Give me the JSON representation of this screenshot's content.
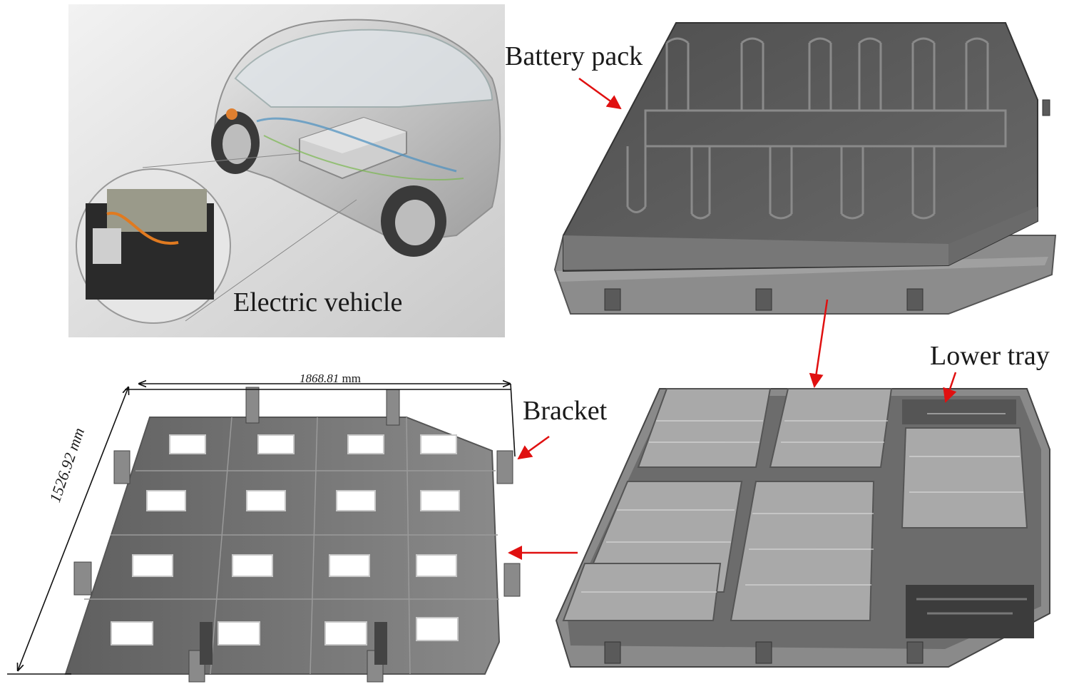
{
  "labels": {
    "electric_vehicle": "Electric vehicle",
    "battery_pack": "Battery pack",
    "lower_tray": "Lower tray",
    "bracket": "Bracket"
  },
  "dimensions": {
    "width_value": "1868.81",
    "width_unit": "mm",
    "height_value": "1526.92",
    "height_unit": "mm"
  },
  "colors": {
    "arrow": "#e01010",
    "pack_lid": "#5a5a5a",
    "tray": "#8a8a8a",
    "bracket_plate": "#6e6e6e"
  }
}
